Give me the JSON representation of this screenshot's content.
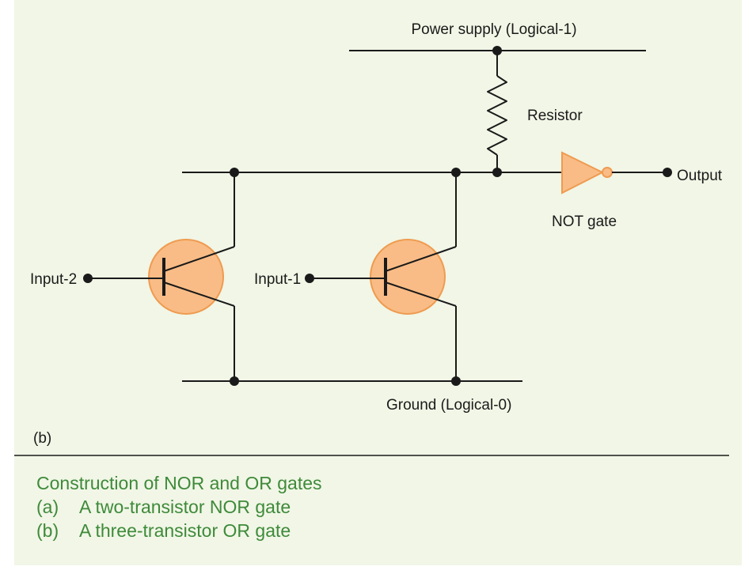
{
  "colors": {
    "panel_background": "#f1f6e6",
    "wire": "#1a1a1a",
    "transistor_fill": "#f9bc86",
    "transistor_stroke": "#ef9b50",
    "not_gate_fill": "#f9bc86",
    "caption_text": "#3e8a3a"
  },
  "diagram": {
    "labels": {
      "power_supply": "Power supply (Logical-1)",
      "resistor": "Resistor",
      "output": "Output",
      "not_gate": "NOT gate",
      "input_2": "Input-2",
      "input_1": "Input-1",
      "ground": "Ground (Logical-0)",
      "panel_tag": "(b)"
    },
    "components": {
      "transistors": [
        "input-2-transistor",
        "input-1-transistor"
      ],
      "icons": [
        "resistor-icon",
        "not-gate-icon",
        "transistor-icon"
      ]
    }
  },
  "caption": {
    "title": "Construction of NOR and OR gates",
    "items": [
      {
        "tag": "(a)",
        "text": "A two-transistor NOR gate"
      },
      {
        "tag": "(b)",
        "text": "A three-transistor OR gate"
      }
    ]
  }
}
